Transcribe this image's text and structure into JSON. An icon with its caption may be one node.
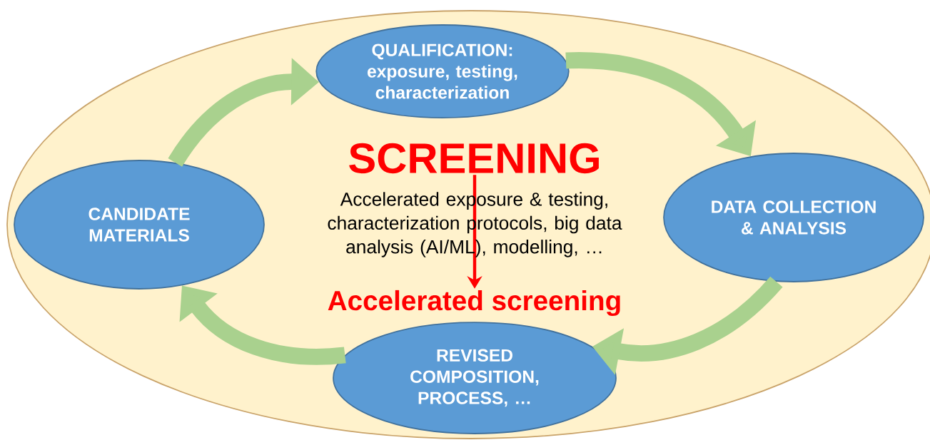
{
  "diagram": {
    "nodes": [
      {
        "text": [],
        "shape": "ellipse"
      },
      {
        "text": [
          "QUALIFICATION:",
          "exposure, testing, characterization"
        ],
        "in": 0
      },
      {
        "text": [
          "SCREENING"
        ],
        "in": 0
      },
      {
        "text": [
          "CANDIDATE MATERIALS"
        ],
        "in": 0
      },
      {
        "text": [
          "DATA COLLECTION & ANALYSIS"
        ],
        "in": 0
      },
      {
        "text": [
          "Accelerated screening"
        ],
        "in": 0
      },
      {
        "text": [
          "REVISED COMPOSITION, PROCESS, …"
        ],
        "in": 0
      }
    ],
    "edges": [
      {
        "from": 3,
        "to": 1,
        "arrow": "to"
      },
      {
        "from": 1,
        "to": 4,
        "arrow": "to"
      },
      {
        "from": 4,
        "to": 6,
        "arrow": "to"
      },
      {
        "from": 6,
        "to": 3,
        "arrow": "to"
      },
      {
        "from": 2,
        "to": 5,
        "arrow": "to",
        "color": "#ff0000"
      }
    ],
    "labels": [
      "Accelerated exposure & testing, characterization protocols, big data analysis (AI/ML), modelling, …"
    ]
  }
}
